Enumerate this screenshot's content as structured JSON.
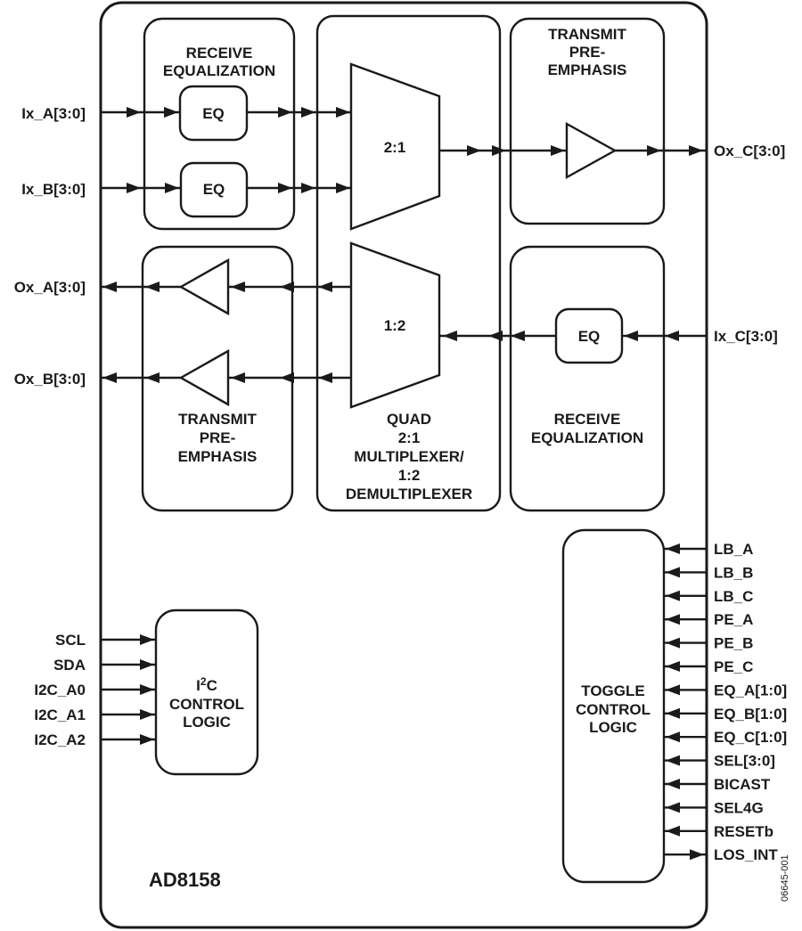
{
  "device": {
    "part_number": "AD8158",
    "figure_id": "06645-001"
  },
  "blocks": {
    "rx_eq_ab": {
      "title": [
        "RECEIVE",
        "EQUALIZATION"
      ],
      "eq_label": "EQ"
    },
    "tx_pe_c": {
      "title": [
        "TRANSMIT",
        "PRE-",
        "EMPHASIS"
      ]
    },
    "tx_pe_ab": {
      "title": [
        "TRANSMIT",
        "PRE-",
        "EMPHASIS"
      ]
    },
    "rx_eq_c": {
      "title": [
        "RECEIVE",
        "EQUALIZATION"
      ],
      "eq_label": "EQ"
    },
    "mux": {
      "mux_label": "2:1",
      "demux_label": "1:2",
      "title": [
        "QUAD",
        "2:1",
        "MULTIPLEXER/",
        "1:2",
        "DEMULTIPLEXER"
      ]
    },
    "i2c": {
      "title_prefix": "I",
      "title_sup": "2",
      "title_suffix": "C",
      "title_rest": [
        "CONTROL",
        "LOGIC"
      ]
    },
    "toggle": {
      "title": [
        "TOGGLE",
        "CONTROL",
        "LOGIC"
      ]
    }
  },
  "pins": {
    "left_inputs": [
      "Ix_A[3:0]",
      "Ix_B[3:0]"
    ],
    "left_outputs": [
      "Ox_A[3:0]",
      "Ox_B[3:0]"
    ],
    "right_output": "Ox_C[3:0]",
    "right_input": "Ix_C[3:0]",
    "i2c_pins": [
      "SCL",
      "SDA",
      "I2C_A0",
      "I2C_A1",
      "I2C_A2"
    ],
    "toggle_pins": [
      {
        "name": "LB_A",
        "dir": "in"
      },
      {
        "name": "LB_B",
        "dir": "in"
      },
      {
        "name": "LB_C",
        "dir": "in"
      },
      {
        "name": "PE_A",
        "dir": "in"
      },
      {
        "name": "PE_B",
        "dir": "in"
      },
      {
        "name": "PE_C",
        "dir": "in"
      },
      {
        "name": "EQ_A[1:0]",
        "dir": "in"
      },
      {
        "name": "EQ_B[1:0]",
        "dir": "in"
      },
      {
        "name": "EQ_C[1:0]",
        "dir": "in"
      },
      {
        "name": "SEL[3:0]",
        "dir": "in"
      },
      {
        "name": "BICAST",
        "dir": "in"
      },
      {
        "name": "SEL4G",
        "dir": "in"
      },
      {
        "name": "RESETb",
        "dir": "in"
      },
      {
        "name": "LOS_INT",
        "dir": "out"
      }
    ]
  }
}
